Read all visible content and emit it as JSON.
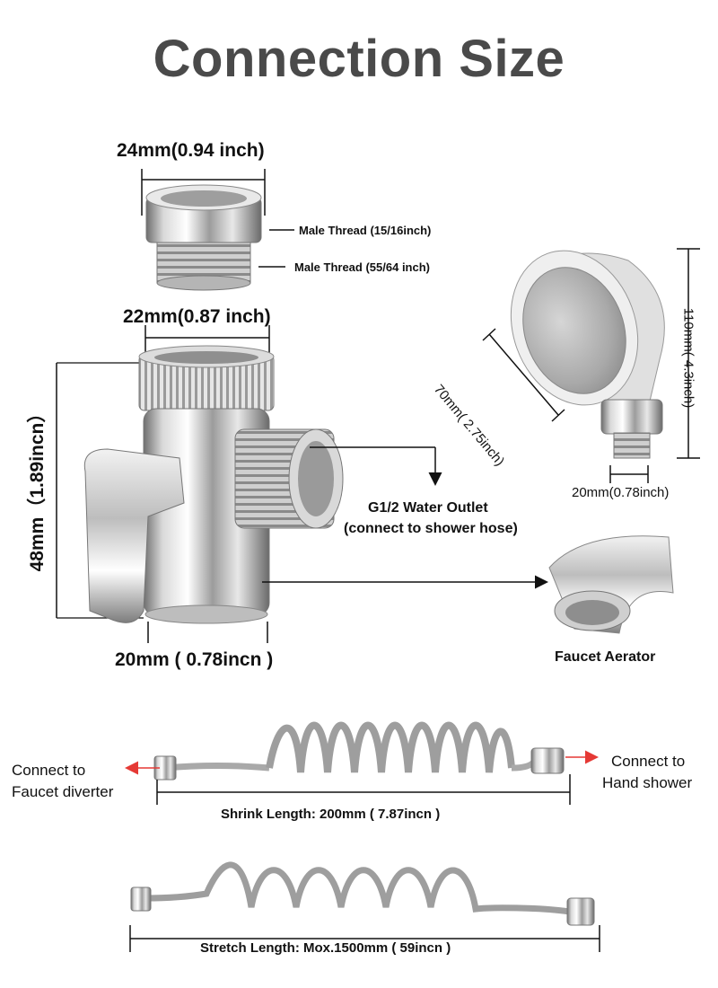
{
  "title": "Connection Size",
  "adapter": {
    "width_label": "24mm(0.94 inch)",
    "thread_top": "Male Thread (15/16inch)",
    "thread_bottom": "Male Thread (55/64 inch)"
  },
  "diverter": {
    "top_label": "22mm(0.87 inch)",
    "height_label": "48mm（1.89incn）",
    "bottom_label": "20mm ( 0.78incn )",
    "outlet_line1": "G1/2 Water Outlet",
    "outlet_line2": "(connect to shower hose)"
  },
  "shower_head": {
    "diag_label": "70mm( 2.75inch)",
    "height_label": "110mm( 4.3inch)",
    "base_label": "20mm(0.78inch)"
  },
  "aerator_label": "Faucet Aerator",
  "hose": {
    "left_line1": "Connect to",
    "left_line2": "Faucet diverter",
    "right_line1": "Connect to",
    "right_line2": "Hand shower",
    "shrink_label": "Shrink Length: 200mm ( 7.87incn )",
    "stretch_label": "Stretch Length:  Mox.1500mm ( 59incn )"
  },
  "colors": {
    "title": "#4a4a4a",
    "arrow_red": "#e53935",
    "chrome_light": "#f4f4f4",
    "chrome_dark": "#7a7a7a"
  }
}
